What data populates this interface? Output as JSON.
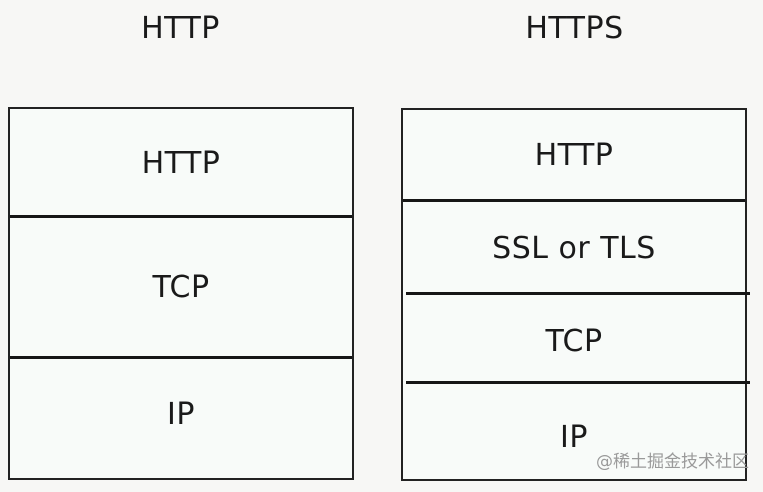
{
  "diagram": {
    "left": {
      "title": "HTTP",
      "layers": [
        "HTTP",
        "TCP",
        "IP"
      ]
    },
    "right": {
      "title": "HTTPS",
      "layers": [
        "HTTP",
        "SSL or TLS",
        "TCP",
        "IP"
      ]
    }
  },
  "watermark": "@稀土掘金技术社区",
  "colors": {
    "background": "#f7f7f5",
    "box_fill": "#f8fbf9",
    "line": "#161616",
    "text": "#1a1a1a",
    "watermark": "#9a9a9a"
  }
}
